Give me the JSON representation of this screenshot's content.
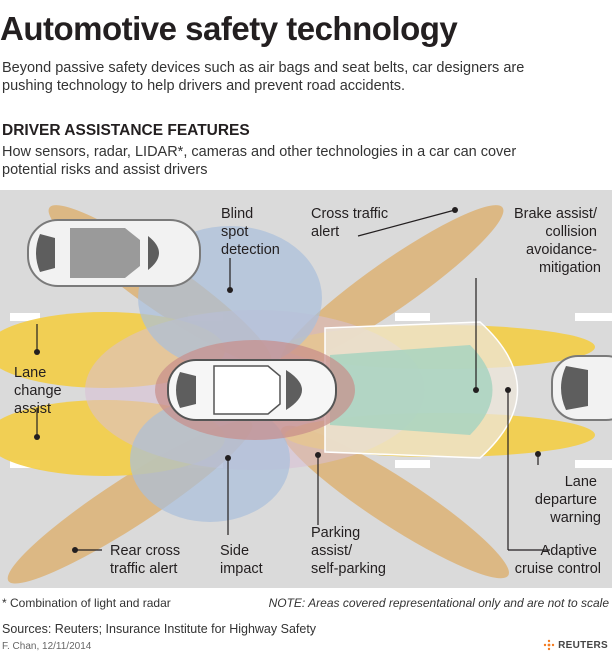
{
  "title": "Automotive safety technology",
  "intro": "Beyond passive safety devices such as air bags and seat belts, car designers are pushing technology to help drivers and prevent road accidents.",
  "section": {
    "heading": "DRIVER ASSISTANCE FEATURES",
    "description": "How sensors, radar, LIDAR*, cameras and other technologies in a car can cover potential risks and assist drivers"
  },
  "labels": {
    "blind_spot": [
      "Blind",
      "spot",
      "detection"
    ],
    "cross_traffic": [
      "Cross traffic",
      "alert"
    ],
    "brake_assist": [
      "Brake assist/",
      "collision",
      "avoidance-",
      "mitigation"
    ],
    "lane_change": [
      "Lane",
      "change",
      "assist"
    ],
    "lane_departure": [
      "Lane",
      "departure",
      "warning"
    ],
    "adaptive_cruise": [
      "Adaptive",
      "cruise control"
    ],
    "rear_cross": [
      "Rear cross",
      "traffic alert"
    ],
    "side_impact": [
      "Side",
      "impact"
    ],
    "parking": [
      "Parking",
      "assist/",
      "self-parking"
    ]
  },
  "footnote": "* Combination of light and radar",
  "note": "NOTE: Areas covered representational only and are not to scale",
  "sources": "Sources: Reuters; Insurance Institute for Highway Safety",
  "credit": "F. Chan, 12/11/2014",
  "brand": "REUTERS",
  "colors": {
    "road": "#dadada",
    "lane_marking": "#ffffff",
    "yellow_zone": "#f3cd45",
    "tan_zone": "#dcb47a",
    "blue_zone": "#aabfdc",
    "red_zone": "#c88d8a",
    "green_zone": "#a8d3c0",
    "pink_zone": "#d9bfd6",
    "leader_line": "#231f20"
  }
}
